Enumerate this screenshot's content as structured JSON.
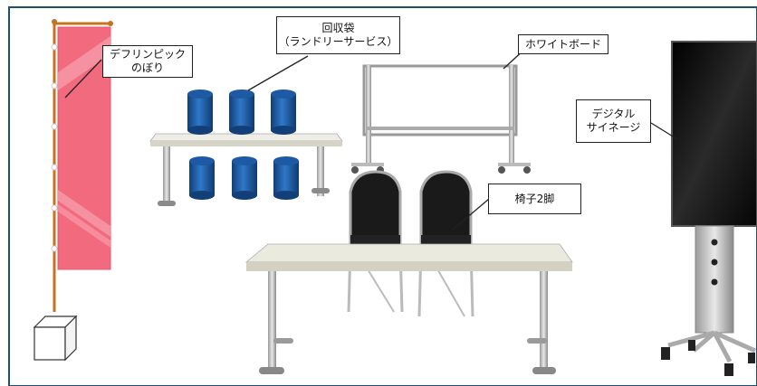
{
  "labels": {
    "banner": {
      "line1": "デフリンピック",
      "line2": "のぼり"
    },
    "laundry_bag": {
      "line1": "回収袋",
      "line2": "（ランドリーサービス）"
    },
    "whiteboard": {
      "line1": "ホワイトボード"
    },
    "signage": {
      "line1": "デジタル",
      "line2": "サイネージ"
    },
    "chairs": {
      "line1": "椅子2脚"
    }
  },
  "colors": {
    "border": "#1f4e79",
    "banner": "#f26a7e",
    "bag": "#1f5fa8",
    "table_top": "#e8e6da",
    "metal": "#c9c9c9",
    "screen": "#111111"
  }
}
